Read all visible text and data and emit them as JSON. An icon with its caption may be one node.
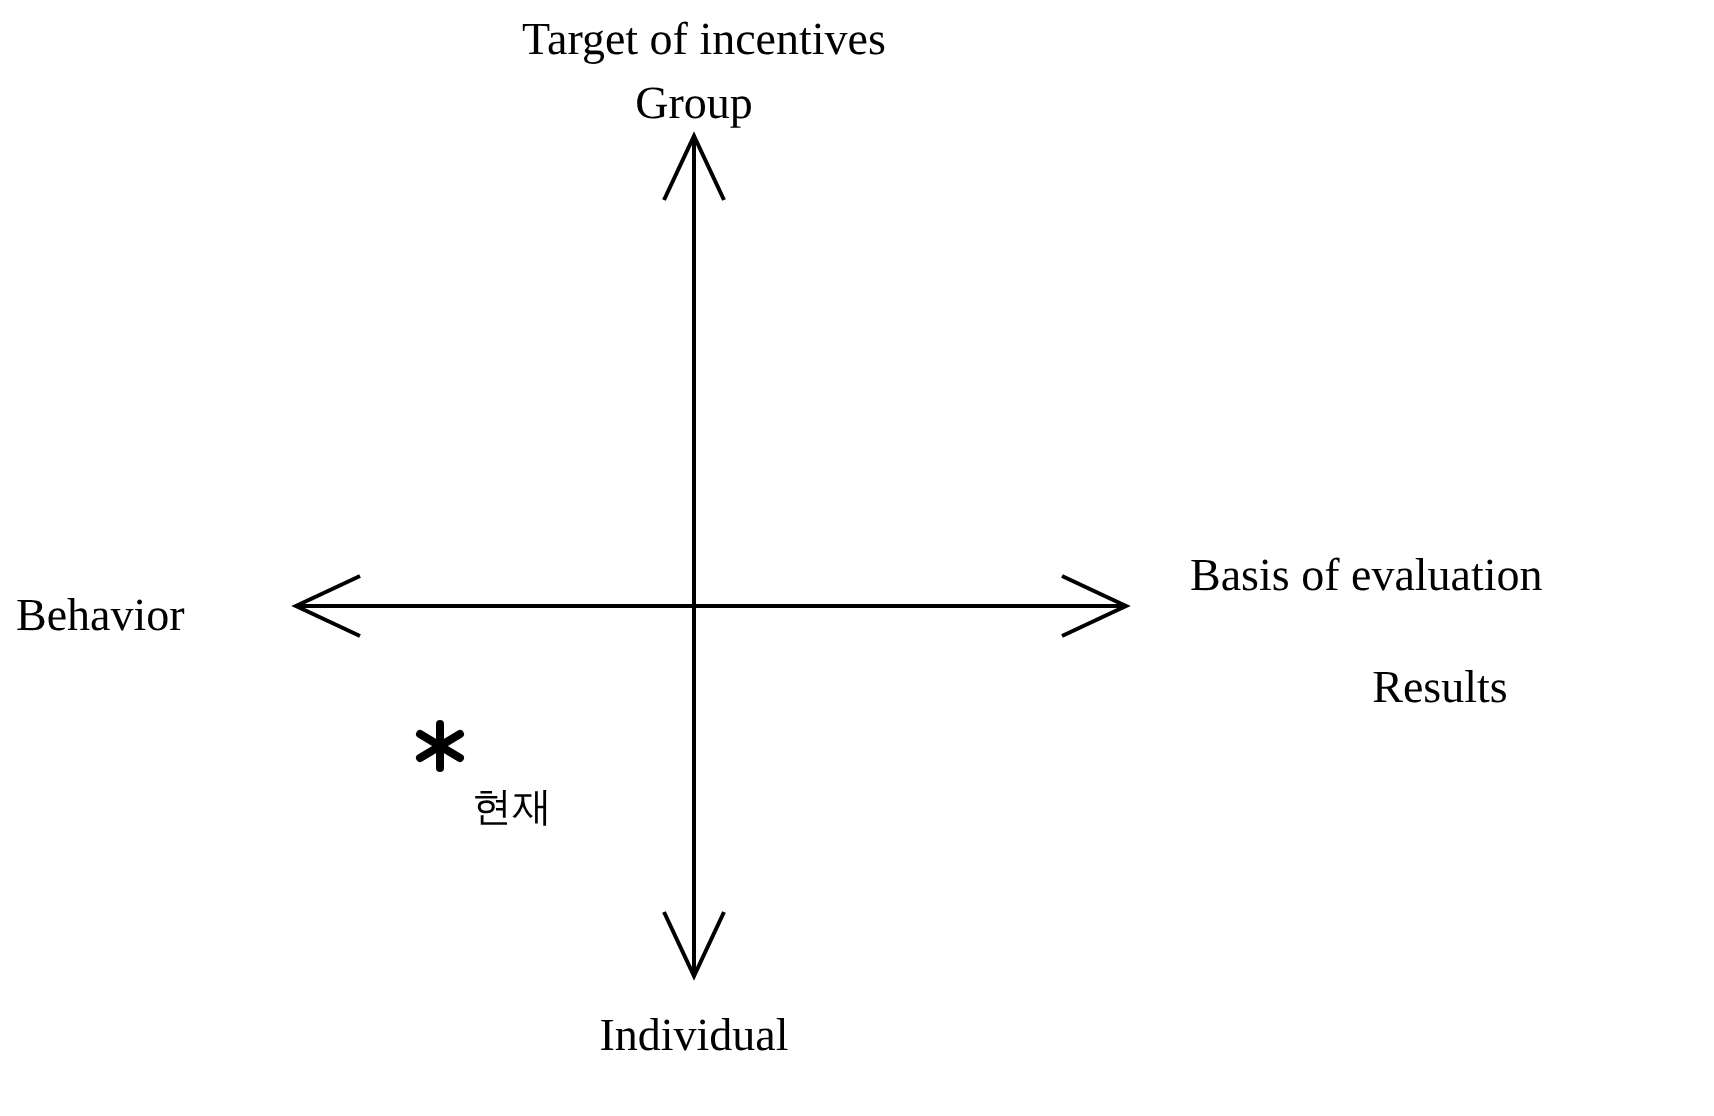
{
  "diagram": {
    "labels": [
      "Target of incentives",
      "Group",
      "Behavior",
      "Basis of evaluation",
      "Results",
      "현재",
      "Individual"
    ]
  }
}
